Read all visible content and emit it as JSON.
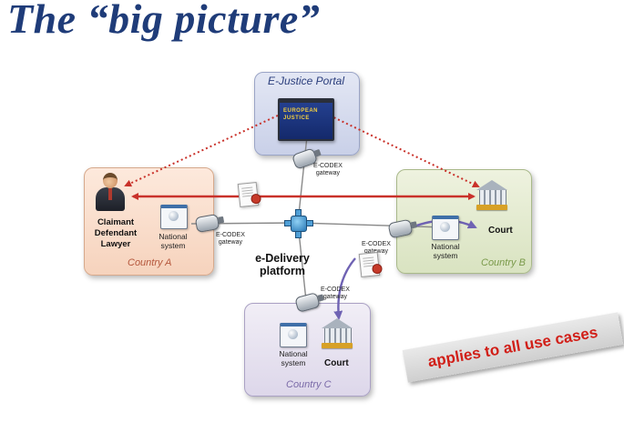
{
  "title": "The “big picture”",
  "portal": {
    "title": "E-Justice Portal",
    "screen_logo": "EUROPEAN JUSTICE"
  },
  "gateways": {
    "top": {
      "label": "E-CODEX\ngateway"
    },
    "left": {
      "label": "E-CODEX\ngateway"
    },
    "right": {
      "label": "E-CODEX\ngateway"
    },
    "bottom": {
      "label": "E-CODEX\ngateway"
    }
  },
  "country_a": {
    "label": "Country A",
    "actor": "Claimant\nDefendant\nLawyer",
    "system": "National\nsystem"
  },
  "country_b": {
    "label": "Country B",
    "court": "Court",
    "system": "National\nsystem"
  },
  "country_c": {
    "label": "Country C",
    "court": "Court",
    "system": "National\nsystem"
  },
  "platform": {
    "label": "e-Delivery\nplatform"
  },
  "stamp": {
    "text": "applies to all use cases"
  },
  "colors": {
    "title": "#1f3c79",
    "country_a_label": "#b5573c",
    "country_b_label": "#7a9a4a",
    "country_c_label": "#7a6aa8",
    "red_arrow": "#c9312a",
    "purple_arrow": "#6f62b3",
    "line": "#8a8a8a"
  },
  "icons": [
    "lawyer-icon",
    "monitor-icon",
    "courthouse-icon",
    "plug-icon",
    "document-seal-icon",
    "hub-icon"
  ]
}
